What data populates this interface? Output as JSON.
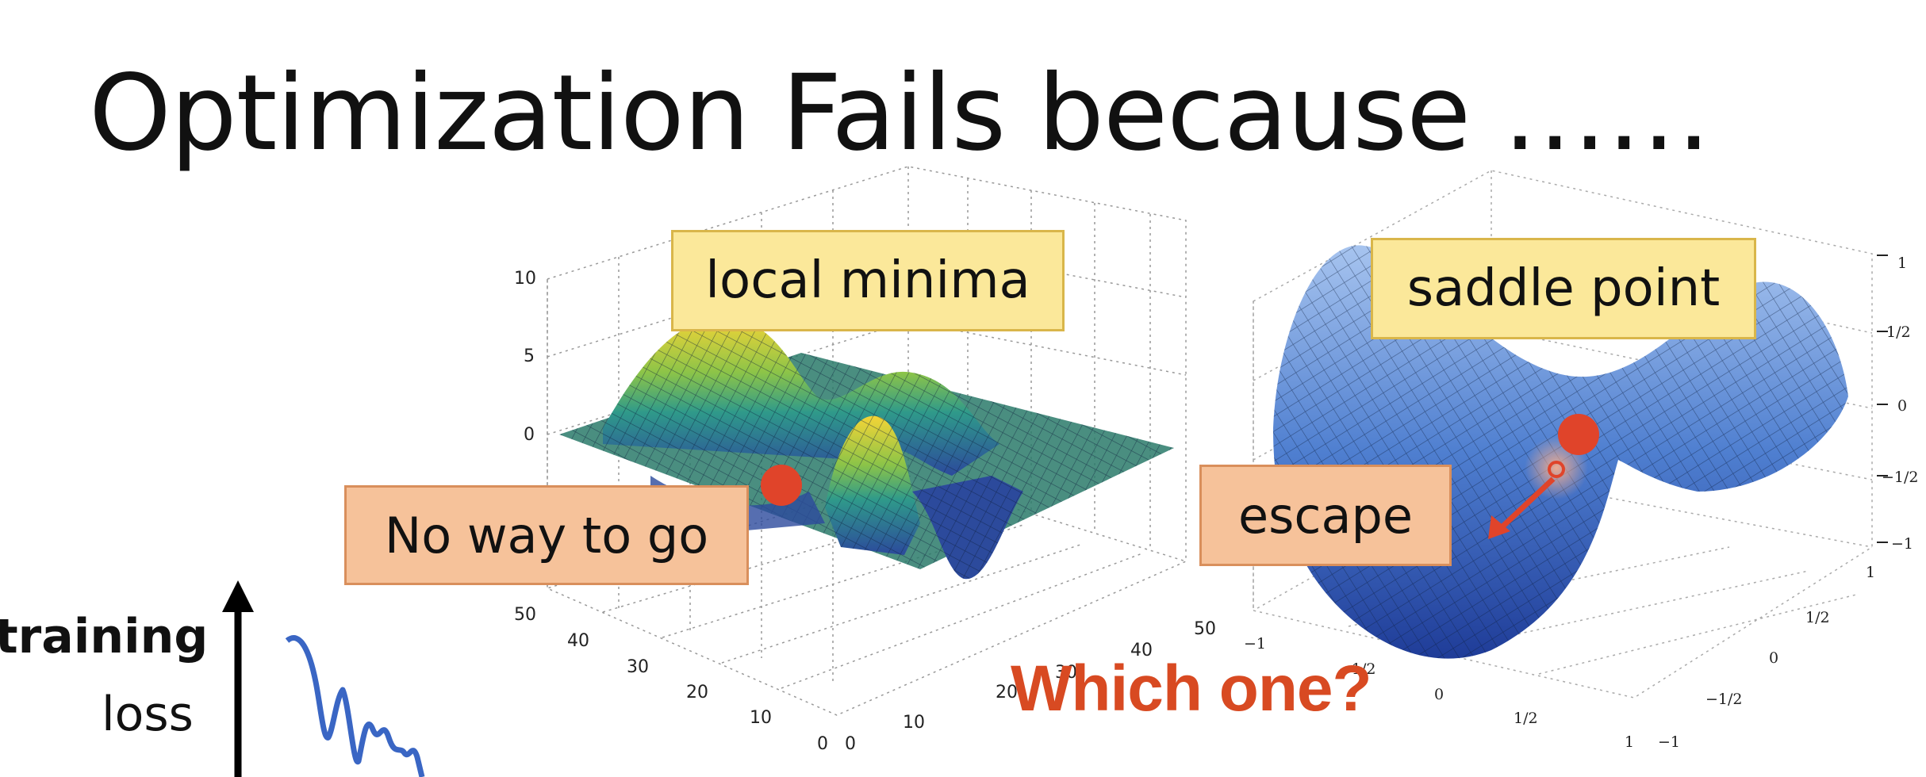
{
  "slide": {
    "title": "Optimization Fails because ……",
    "question": "Which one?"
  },
  "local_minima_plot": {
    "label": "local minima",
    "annotation": "No way to go",
    "z_ticks": [
      "10",
      "5",
      "0"
    ],
    "x_ticks": [
      "0",
      "10",
      "20",
      "30",
      "40",
      "50"
    ],
    "y_ticks": [
      "0",
      "10",
      "20",
      "30",
      "40",
      "50"
    ],
    "colors": {
      "surface_low": "#2c4a9c",
      "surface_mid": "#2f9a8a",
      "surface_high": "#f2d034",
      "plane": "#2a7a6a",
      "ball": "#e0442a"
    }
  },
  "saddle_plot": {
    "label": "saddle point",
    "annotation": "escape",
    "z_ticks": [
      "1",
      "1/2",
      "0",
      "−1/2",
      "−1"
    ],
    "x_ticks": [
      "−1",
      "−1/2",
      "0",
      "1/2",
      "1"
    ],
    "y_ticks": [
      "1",
      "1/2",
      "0",
      "−1/2",
      "−1"
    ],
    "colors": {
      "surface": "#4f7fd0",
      "surface_dark": "#2040a0",
      "ball": "#e0442a"
    }
  },
  "loss_chart": {
    "ylabel_bold": "training",
    "ylabel_regular": "loss",
    "line_color": "#3a66c4"
  }
}
